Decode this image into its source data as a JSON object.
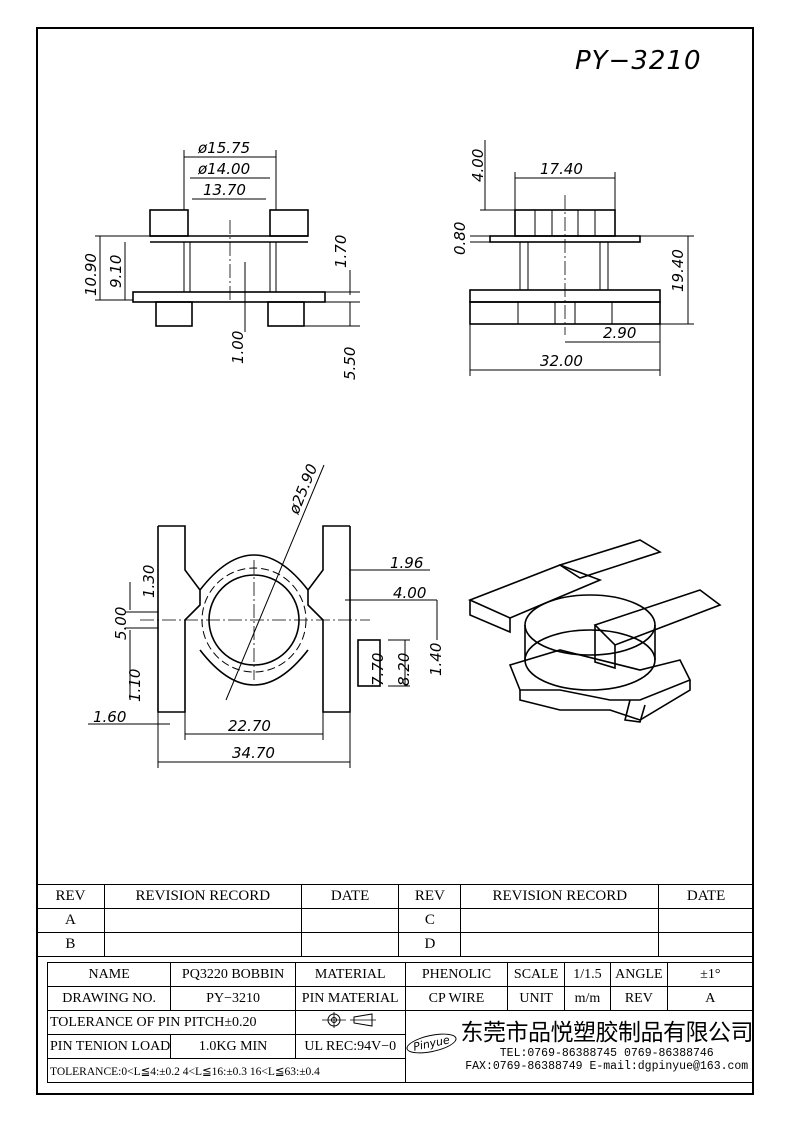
{
  "drawing_code": "PY−3210",
  "dimensions": {
    "front": [
      "ø15.75",
      "ø14.00",
      "13.70",
      "10.90",
      "9.10",
      "1.70",
      "1.00",
      "5.50"
    ],
    "side": [
      "4.00",
      "17.40",
      "0.80",
      "19.40",
      "2.90",
      "32.00"
    ],
    "bottom": [
      "ø25.90",
      "1.30",
      "5.00",
      "1.10",
      "1.96",
      "4.00",
      "7.70",
      "8.20",
      "1.40",
      "1.60",
      "22.70",
      "34.70"
    ]
  },
  "revision_table": {
    "headers": [
      "REV",
      "REVISION RECORD",
      "DATE",
      "REV",
      "REVISION RECORD",
      "DATE"
    ],
    "rows": [
      [
        "A",
        "",
        "",
        "C",
        "",
        ""
      ],
      [
        "B",
        "",
        "",
        "D",
        "",
        ""
      ]
    ]
  },
  "info": {
    "name_label": "NAME",
    "name_value": "PQ3220 BOBBIN",
    "material_label": "MATERIAL",
    "material_value": "PHENOLIC",
    "scale_label": "SCALE",
    "scale_value": "1/1.5",
    "angle_label": "ANGLE",
    "angle_value": "±1°",
    "drawing_no_label": "DRAWING NO.",
    "drawing_no_value": "PY−3210",
    "pin_material_label": "PIN MATERIAL",
    "pin_material_value": "CP WIRE",
    "unit_label": "UNIT",
    "unit_value": "m/m",
    "rev_label": "REV",
    "rev_value": "A",
    "tolerance_pitch": "TOLERANCE OF PIN PITCH±0.20",
    "pin_tension": "PIN TENION LOAD",
    "pin_tension_value": "1.0KG MIN",
    "ul_rec": "UL REC:94V−0",
    "tolerance_line": "TOLERANCE:0<L≦4:±0.2  4<L≦16:±0.3  16<L≦63:±0.4"
  },
  "company": {
    "logo": "Pinyue",
    "name": "东莞市品悦塑胶制品有限公司",
    "tel": "TEL:0769-86388745   0769-86388746",
    "fax": "FAX:0769-86388749  E-mail:dgpinyue@163.com"
  },
  "icons": [
    "projection-symbol-icon",
    "pinyue-logo-icon"
  ]
}
